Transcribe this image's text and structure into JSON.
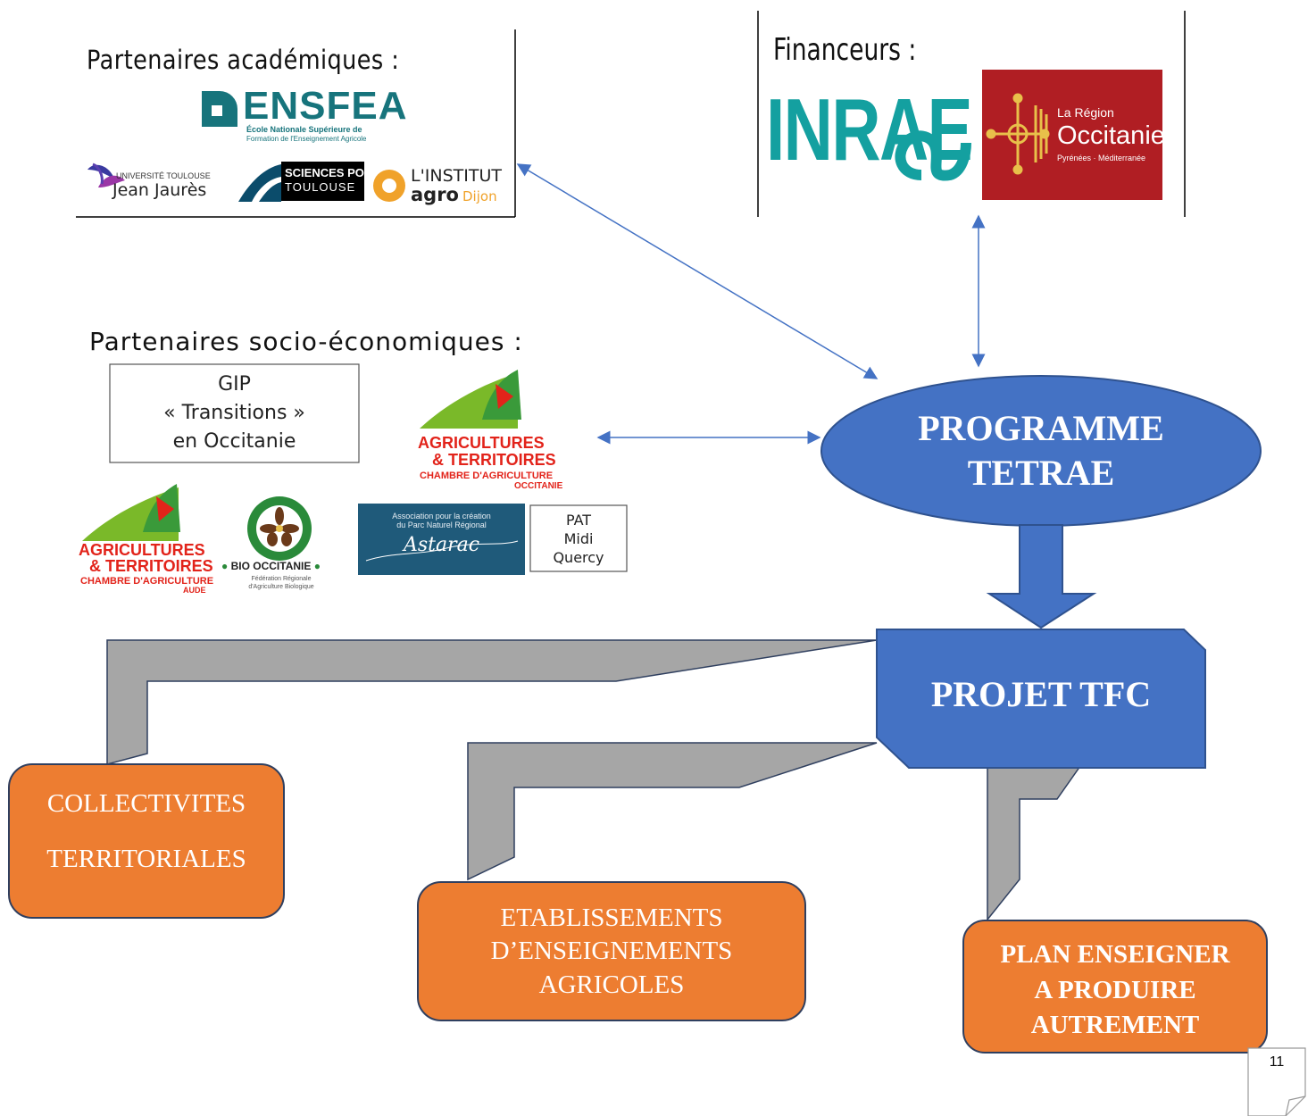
{
  "academic": {
    "title": "Partenaires académiques :",
    "ensfea": {
      "name": "ENSFEA",
      "line1": "École Nationale Supérieure de",
      "line2": "Formation de l'Enseignement Agricole"
    },
    "ut2j": {
      "line1": "UNIVERSITÉ TOULOUSE",
      "line2": "Jean Jaurès"
    },
    "scpo": {
      "line1": "SCIENCES PO",
      "line2": "TOULOUSE"
    },
    "agro": {
      "line1": "L'INSTITUT",
      "line2a": "agro",
      "line2b": "Dijon"
    }
  },
  "funders": {
    "title": "Financeurs :",
    "inrae": "INRAE",
    "region": {
      "line1": "La Région",
      "line2": "Occitanie",
      "line3": "Pyrénées · Méditerranée"
    }
  },
  "socio": {
    "title": "Partenaires socio-économiques :",
    "gip": {
      "line1": "GIP",
      "line2": "« Transitions »",
      "line3": "en Occitanie"
    },
    "chambre_occ": {
      "line1": "AGRICULTURES",
      "line2": "& TERRITOIRES",
      "line3": "CHAMBRE D'AGRICULTURE",
      "line4": "OCCITANIE"
    },
    "chambre_aude": {
      "line1": "AGRICULTURES",
      "line2": "& TERRITOIRES",
      "line3": "CHAMBRE D'AGRICULTURE",
      "line4": "AUDE"
    },
    "bio": {
      "name": "BIO OCCITANIE",
      "line1": "Fédération Régionale",
      "line2": "d'Agriculture Biologique"
    },
    "astarac": {
      "line1": "Association pour la création",
      "line2": "du Parc Naturel Régional",
      "name": "Astarac"
    },
    "pat": {
      "line1": "PAT",
      "line2": "Midi",
      "line3": "Quercy"
    }
  },
  "programme": {
    "line1": "PROGRAMME",
    "line2": "TETRAE"
  },
  "projet": "PROJET TFC",
  "collectivites": {
    "line1": "COLLECTIVITES",
    "line2": "TERRITORIALES"
  },
  "etablissements": {
    "line1": "ETABLISSEMENTS",
    "line2": "D’ENSEIGNEMENTS",
    "line3": "AGRICOLES"
  },
  "plan": {
    "line1": "PLAN ENSEIGNER",
    "line2": "A PRODUIRE",
    "line3": "AUTREMENT"
  },
  "page_number": "11",
  "colors": {
    "blue": "#4472c4",
    "dark_blue": "#2f528f",
    "orange": "#ed7d31",
    "gray": "#a6a6a6",
    "teal": "#0e9e8c",
    "region_red": "#b01e23"
  }
}
